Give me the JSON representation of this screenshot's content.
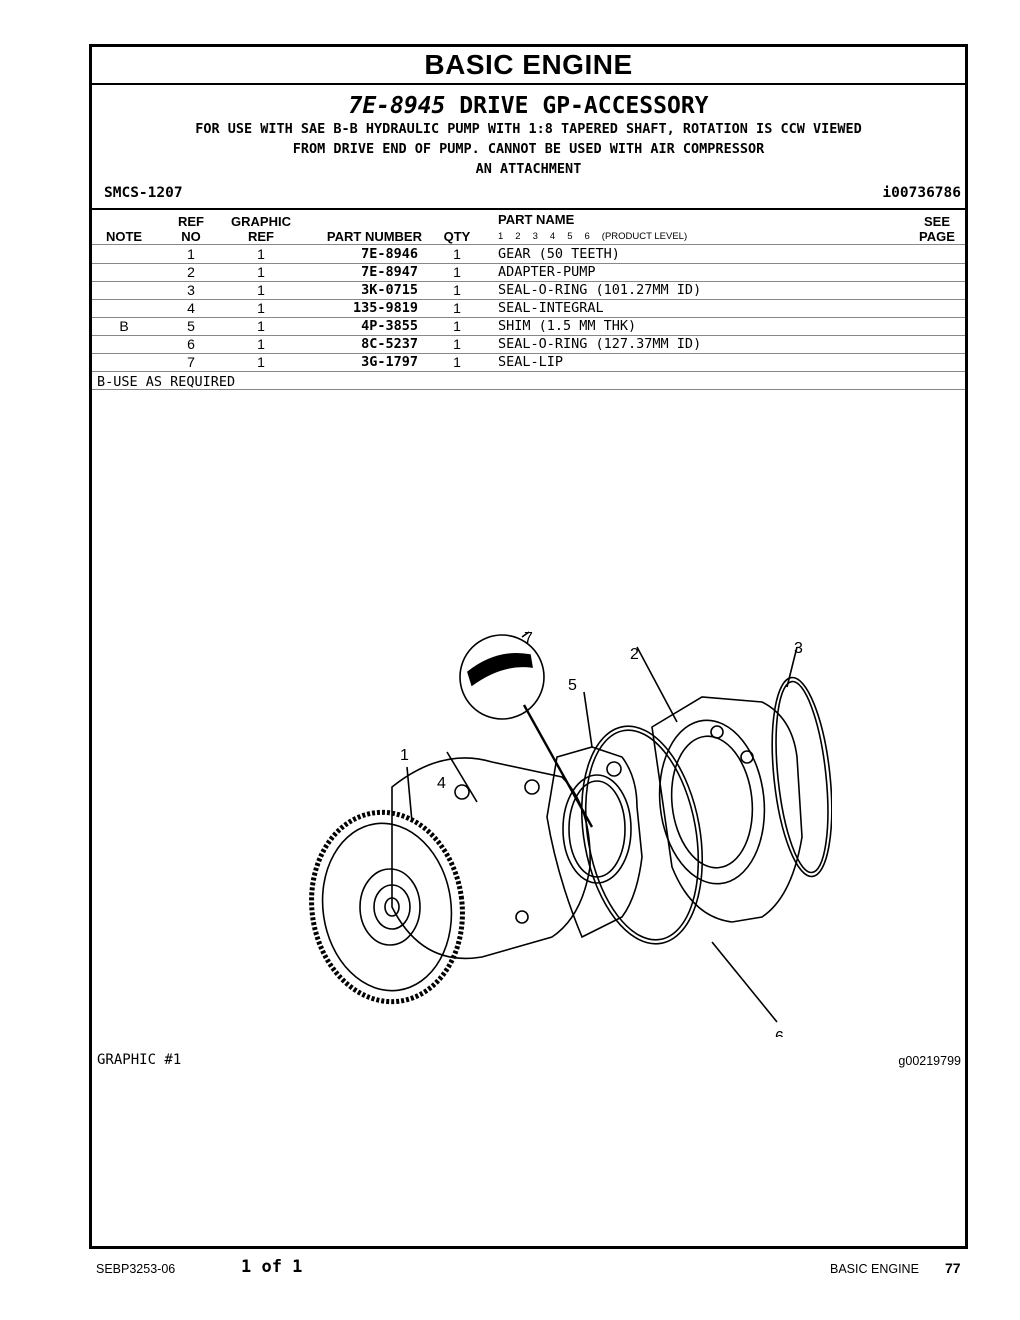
{
  "header": {
    "section_title": "BASIC ENGINE",
    "group_part_number": "7E-8945",
    "group_name": "DRIVE GP-ACCESSORY",
    "description_lines": [
      "FOR USE WITH SAE B-B HYDRAULIC PUMP WITH 1:8 TAPERED SHAFT, ROTATION IS CCW VIEWED",
      "FROM DRIVE END OF PUMP. CANNOT BE USED WITH AIR COMPRESSOR",
      "AN ATTACHMENT"
    ],
    "smcs": "SMCS-1207",
    "illustration_id": "i00736786"
  },
  "columns": {
    "note": "NOTE",
    "ref_top": "REF",
    "ref_bottom": "NO",
    "graphic_top": "GRAPHIC",
    "graphic_bottom": "REF",
    "part_number": "PART NUMBER",
    "qty": "QTY",
    "part_name": "PART NAME",
    "product_levels": [
      "1",
      "2",
      "3",
      "4",
      "5",
      "6"
    ],
    "product_level_label": "(PRODUCT LEVEL)",
    "see_top": "SEE",
    "see_bottom": "PAGE"
  },
  "parts": [
    {
      "note": "",
      "ref": "1",
      "graphic_ref": "1",
      "part_number": "7E-8946",
      "qty": "1",
      "name": "GEAR (50 TEETH)"
    },
    {
      "note": "",
      "ref": "2",
      "graphic_ref": "1",
      "part_number": "7E-8947",
      "qty": "1",
      "name": "ADAPTER-PUMP"
    },
    {
      "note": "",
      "ref": "3",
      "graphic_ref": "1",
      "part_number": "3K-0715",
      "qty": "1",
      "name": "SEAL-O-RING (101.27MM ID)"
    },
    {
      "note": "",
      "ref": "4",
      "graphic_ref": "1",
      "part_number": "135-9819",
      "qty": "1",
      "name": "SEAL-INTEGRAL"
    },
    {
      "note": "B",
      "ref": "5",
      "graphic_ref": "1",
      "part_number": "4P-3855",
      "qty": "1",
      "name": "SHIM (1.5 MM THK)"
    },
    {
      "note": "",
      "ref": "6",
      "graphic_ref": "1",
      "part_number": "8C-5237",
      "qty": "1",
      "name": "SEAL-O-RING (127.37MM ID)"
    },
    {
      "note": "",
      "ref": "7",
      "graphic_ref": "1",
      "part_number": "3G-1797",
      "qty": "1",
      "name": "SEAL-LIP"
    }
  ],
  "footnote": "B-USE AS REQUIRED",
  "graphic": {
    "label": "GRAPHIC #1",
    "id": "g00219799",
    "callouts": [
      "1",
      "2",
      "3",
      "4",
      "5",
      "6",
      "7"
    ]
  },
  "footer": {
    "doc_number": "SEBP3253-06",
    "page_of": "1 of 1",
    "section": "BASIC ENGINE",
    "page": "77"
  }
}
